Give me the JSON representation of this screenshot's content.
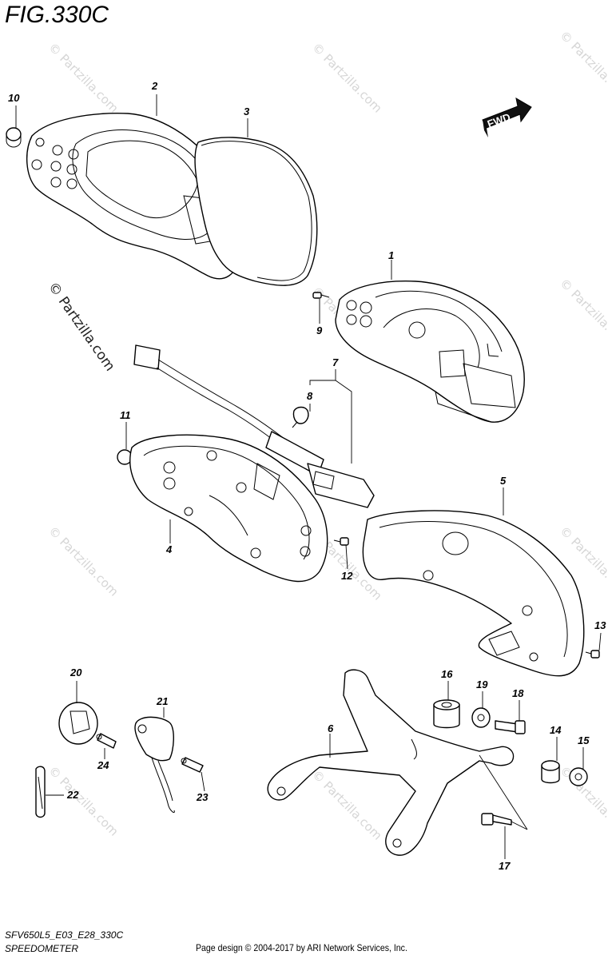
{
  "figure": {
    "title": "FIG.330C",
    "fwd_label": "FWD"
  },
  "watermark": {
    "text": "© Partzilla.com"
  },
  "callouts": [
    {
      "id": "1"
    },
    {
      "id": "2"
    },
    {
      "id": "3"
    },
    {
      "id": "4"
    },
    {
      "id": "5"
    },
    {
      "id": "6"
    },
    {
      "id": "7"
    },
    {
      "id": "8"
    },
    {
      "id": "9"
    },
    {
      "id": "10"
    },
    {
      "id": "11"
    },
    {
      "id": "12"
    },
    {
      "id": "13"
    },
    {
      "id": "14"
    },
    {
      "id": "15"
    },
    {
      "id": "16"
    },
    {
      "id": "17"
    },
    {
      "id": "18"
    },
    {
      "id": "19"
    },
    {
      "id": "20"
    },
    {
      "id": "21"
    },
    {
      "id": "22"
    },
    {
      "id": "23"
    },
    {
      "id": "24"
    }
  ],
  "footer": {
    "model_code": "SFV650L5_E03_E28_330C",
    "section_name": "SPEEDOMETER",
    "copyright": "Page design © 2004-2017 by ARI Network Services, Inc."
  }
}
